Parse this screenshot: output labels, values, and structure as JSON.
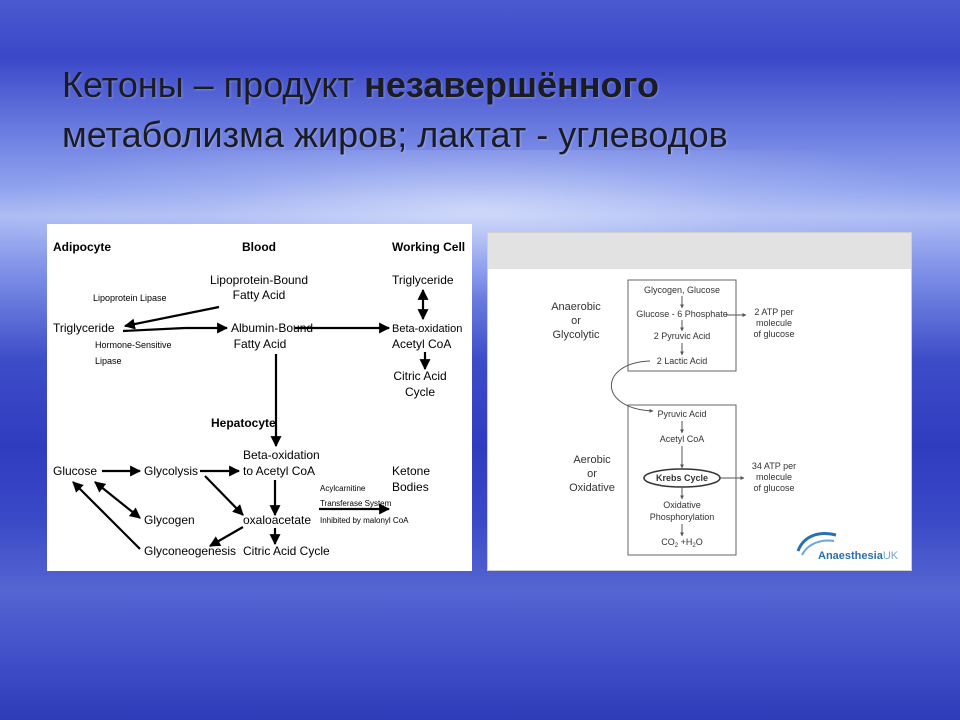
{
  "title": {
    "part1": "Кетоны – продукт ",
    "part2": "незавершённого",
    "line2": "метаболизма жиров; лактат - углеводов"
  },
  "left_diagram": {
    "headers": [
      "Adipocyte",
      "Blood",
      "Working Cell"
    ],
    "nodes": {
      "lipo_bound_1": "Lipoprotein-Bound",
      "lipo_bound_2": "Fatty Acid",
      "lipoprotein_lipase": "Lipoprotein Lipase",
      "triglyceride_left": "Triglyceride",
      "albumin_1": "Albumin-Bound",
      "albumin_2": "Fatty Acid",
      "hormone_1": "Hormone-Sensitive",
      "hormone_2": "Lipase",
      "triglyceride_right": "Triglyceride",
      "beta_ox_1": "Beta-oxidation",
      "beta_ox_2": "Acetyl CoA",
      "citric_1": "Citric Acid",
      "citric_2": "Cycle",
      "hepatocyte": "Hepatocyte",
      "glucose": "Glucose",
      "glycolysis": "Glycolysis",
      "beta_ox_h1": "Beta-oxidation",
      "beta_ox_h2": "to Acetyl CoA",
      "ketone_1": "Ketone",
      "ketone_2": "Bodies",
      "acyl_1": "Acylcarnitine",
      "acyl_2": "Transferase System",
      "acyl_3": "Inhibited by malonyl CoA",
      "glycogen": "Glycogen",
      "oxaloacetate": "oxaloacetate",
      "gluconeo": "Glyconeogenesis",
      "citric_cycle": "Citric Acid Cycle"
    }
  },
  "right_diagram": {
    "label_anaerobic": [
      "Anaerobic",
      "or",
      "Glycolytic"
    ],
    "label_aerobic": [
      "Aerobic",
      "or",
      "Oxidative"
    ],
    "steps_top": [
      "Glycogen, Glucose",
      "Glucose - 6 Phosphate",
      "2 Pyruvic Acid",
      "2 Lactic Acid"
    ],
    "steps_bottom": [
      "Pyruvic Acid",
      "Acetyl CoA",
      "Krebs Cycle",
      "Oxidative",
      "Phosphorylation",
      "CO",
      "2",
      " +H",
      "2",
      "O"
    ],
    "atp_top": [
      "2 ATP per",
      "molecule",
      "of glucose"
    ],
    "atp_bottom": [
      "34 ATP per",
      "molecule",
      "of glucose"
    ],
    "logo_a": "Anaesthesia",
    "logo_b": "UK"
  },
  "colors": {
    "logo_blue": "#2a6fb0",
    "logo_light": "#6aa7d8"
  }
}
